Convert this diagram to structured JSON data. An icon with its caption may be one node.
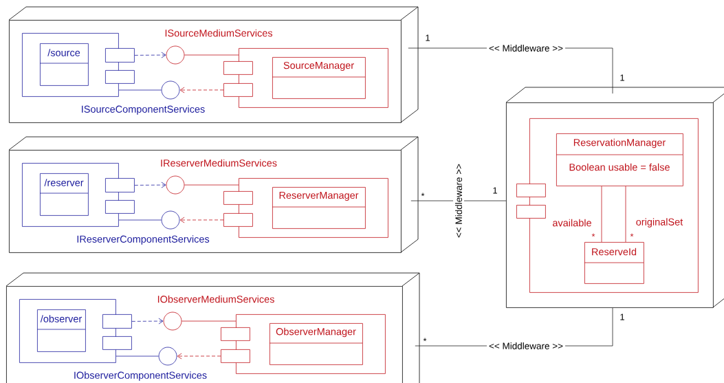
{
  "diagram": {
    "nodes": [
      {
        "text": [],
        "shape": "cube"
      },
      {
        "text": [],
        "shape": "box",
        "in": 0
      },
      {
        "text": [
          "/source"
        ],
        "in": 1
      },
      {
        "text": [],
        "shape": "box",
        "in": 0
      },
      {
        "text": [],
        "shape": "box",
        "in": 0
      },
      {
        "text": [],
        "shape": "circle",
        "in": 0,
        "beside": [
          "ISourceMediumServices"
        ]
      },
      {
        "text": [],
        "shape": "circle",
        "in": 0,
        "beside": [
          "ISourceComponentServices"
        ]
      },
      {
        "text": [],
        "shape": "box",
        "in": 0
      },
      {
        "text": [],
        "shape": "box",
        "in": 0
      },
      {
        "text": [],
        "shape": "box",
        "in": 0
      },
      {
        "text": [
          "SourceManager"
        ],
        "in": 7
      },
      {
        "text": [],
        "shape": "cube"
      },
      {
        "text": [],
        "shape": "box",
        "in": 11
      },
      {
        "text": [
          "/reserver"
        ],
        "in": 12
      },
      {
        "text": [],
        "shape": "box",
        "in": 11
      },
      {
        "text": [],
        "shape": "box",
        "in": 11
      },
      {
        "text": [],
        "shape": "circle",
        "in": 11,
        "beside": [
          "IReserverMediumServices"
        ]
      },
      {
        "text": [],
        "shape": "circle",
        "in": 11,
        "beside": [
          "IReserverComponentServices"
        ]
      },
      {
        "text": [],
        "shape": "box",
        "in": 11
      },
      {
        "text": [],
        "shape": "box",
        "in": 11
      },
      {
        "text": [],
        "shape": "box",
        "in": 11
      },
      {
        "text": [
          "ReserverManager"
        ],
        "in": 18
      },
      {
        "text": [],
        "shape": "cube"
      },
      {
        "text": [],
        "shape": "box",
        "in": 22
      },
      {
        "text": [
          "/observer"
        ],
        "in": 23
      },
      {
        "text": [],
        "shape": "box",
        "in": 22
      },
      {
        "text": [],
        "shape": "box",
        "in": 22
      },
      {
        "text": [],
        "shape": "circle",
        "in": 22,
        "beside": [
          "IObserverMediumServices"
        ]
      },
      {
        "text": [],
        "shape": "circle",
        "in": 22,
        "beside": [
          "IObserverComponentServices"
        ]
      },
      {
        "text": [],
        "shape": "box",
        "in": 22
      },
      {
        "text": [],
        "shape": "box",
        "in": 22
      },
      {
        "text": [],
        "shape": "box",
        "in": 22
      },
      {
        "text": [
          "ObserverManager"
        ],
        "in": 29
      },
      {
        "text": [],
        "shape": "cube"
      },
      {
        "text": [],
        "shape": "box",
        "in": 33
      },
      {
        "text": [],
        "shape": "box",
        "in": 33
      },
      {
        "text": [],
        "shape": "box",
        "in": 33
      },
      {
        "text": [
          "ReservationManager",
          "Boolean usable = false"
        ],
        "in": 34
      },
      {
        "text": [
          "ReserveId"
        ],
        "in": 34
      }
    ],
    "edges": [
      {
        "from": 3,
        "to": 5,
        "arrow": "to",
        "style": "dashed",
        "color": "#1f1f9e"
      },
      {
        "from": 7,
        "to": 5,
        "arrow": "none",
        "color": "#c0141c"
      },
      {
        "from": 1,
        "to": 6,
        "arrow": "none",
        "color": "#1f1f9e"
      },
      {
        "from": 9,
        "to": 6,
        "arrow": "to",
        "style": "dashed",
        "color": "#c0141c"
      },
      {
        "from": 14,
        "to": 16,
        "arrow": "to",
        "style": "dashed",
        "color": "#1f1f9e"
      },
      {
        "from": 18,
        "to": 16,
        "arrow": "none",
        "color": "#c0141c"
      },
      {
        "from": 12,
        "to": 17,
        "arrow": "none",
        "color": "#1f1f9e"
      },
      {
        "from": 20,
        "to": 17,
        "arrow": "to",
        "style": "dashed",
        "color": "#c0141c"
      },
      {
        "from": 25,
        "to": 27,
        "arrow": "to",
        "style": "dashed",
        "color": "#1f1f9e"
      },
      {
        "from": 29,
        "to": 27,
        "arrow": "none",
        "color": "#c0141c"
      },
      {
        "from": 23,
        "to": 28,
        "arrow": "none",
        "color": "#1f1f9e"
      },
      {
        "from": 31,
        "to": 28,
        "arrow": "to",
        "style": "dashed",
        "color": "#c0141c"
      },
      {
        "from": 37,
        "to": 38,
        "arrow": "none",
        "label": "available",
        "color": "#c0141c"
      },
      {
        "from": 37,
        "to": 38,
        "arrow": "none",
        "label": "originalSet",
        "color": "#c0141c"
      },
      {
        "from": 0,
        "to": 33,
        "arrow": "none",
        "label": "<< Middleware >>",
        "color": "#222222"
      },
      {
        "from": 11,
        "to": 33,
        "arrow": "none",
        "label": "<< Middleware >>",
        "color": "#222222"
      },
      {
        "from": 22,
        "to": 33,
        "arrow": "none",
        "label": "<< Middleware >>",
        "color": "#222222"
      }
    ],
    "labels": [
      "1",
      "1",
      "*",
      "1",
      "*",
      "*",
      "1",
      "*"
    ]
  }
}
